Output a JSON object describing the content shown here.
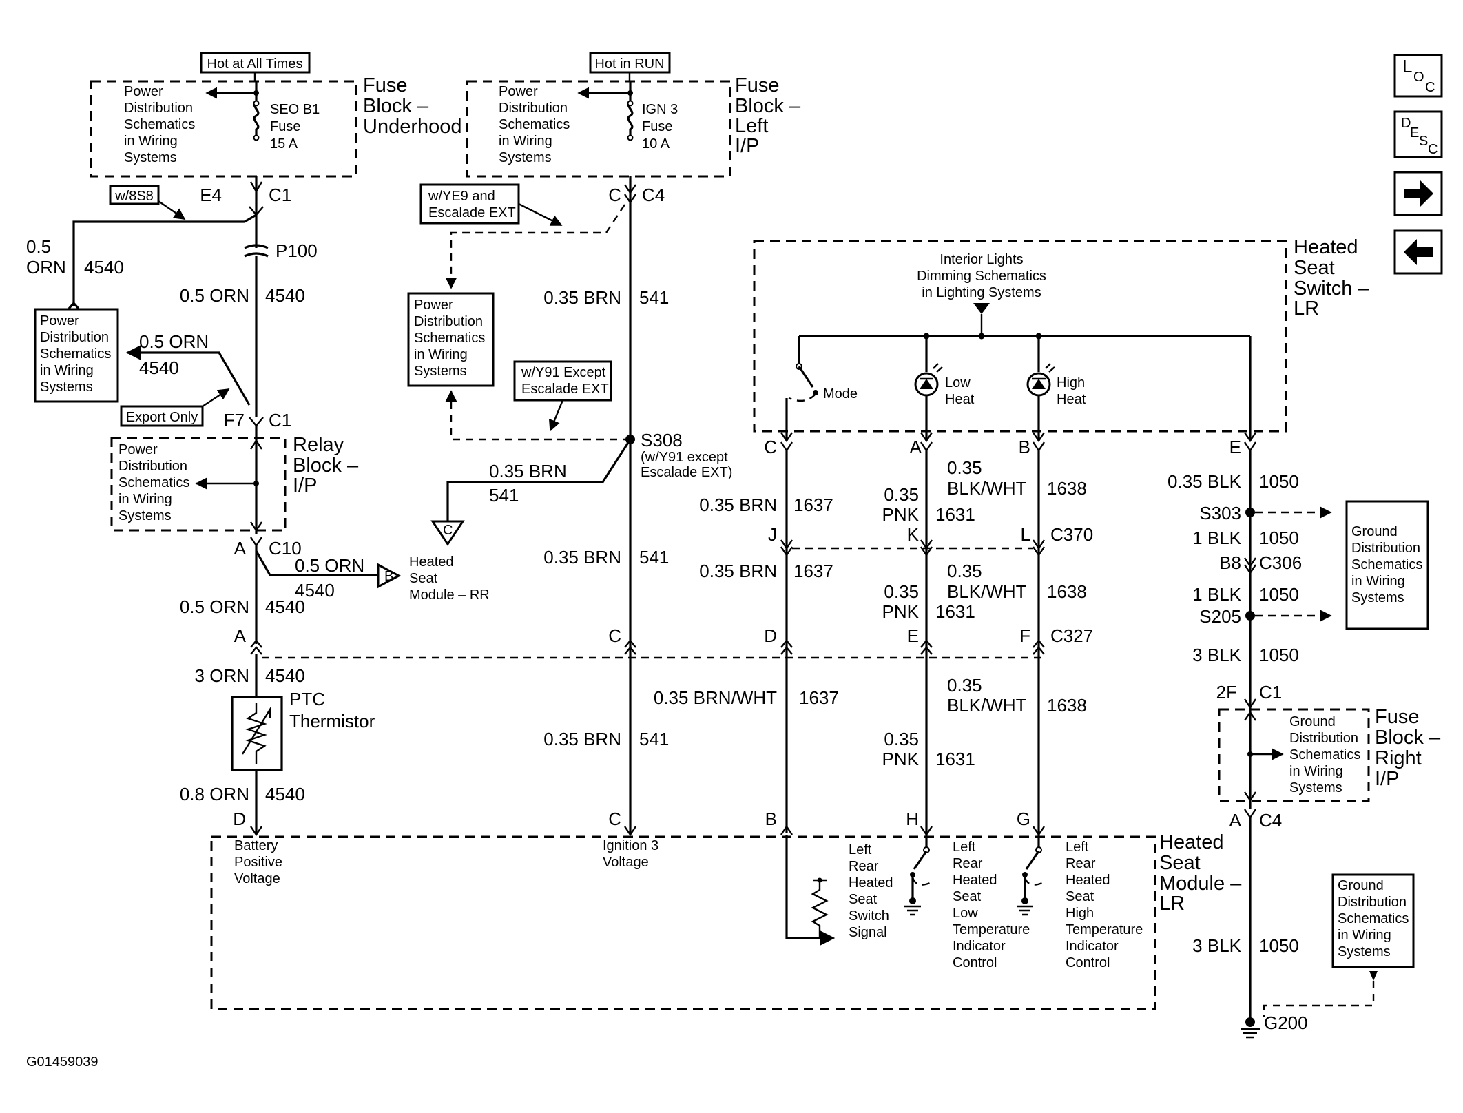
{
  "nav": {
    "loc_l": "L",
    "loc_o": "O",
    "loc_c": "C",
    "desc_d": "D",
    "desc_e": "E",
    "desc_s": "S",
    "desc_c": "C",
    "forward_label": "forward-arrow",
    "back_label": "back-arrow"
  },
  "tags": {
    "hot_all": "Hot at All Times",
    "hot_run": "Hot in RUN",
    "w8s8": "w/8S8",
    "wye9_1": "w/YE9 and",
    "wye9_2": "Escalade EXT",
    "wy91_1": "w/Y91 Except",
    "wy91_2": "Escalade EXT",
    "export": "Export Only"
  },
  "pds": {
    "l1": "Power",
    "l2": "Distribution",
    "l3": "Schematics",
    "l4": "in Wiring",
    "l5": "Systems"
  },
  "gds": {
    "l1": "Ground",
    "l2": "Distribution",
    "l3": "Schematics",
    "l4": "in Wiring",
    "l5": "Systems"
  },
  "fuse_underhood": {
    "name1": "Fuse",
    "name2": "Block –",
    "name3": "Underhood",
    "fuse1": "SEO B1",
    "fuse2": "Fuse",
    "fuse3": "15 A"
  },
  "fuse_left": {
    "name1": "Fuse",
    "name2": "Block –",
    "name3": "Left",
    "name4": "I/P",
    "fuse1": "IGN 3",
    "fuse2": "Fuse",
    "fuse3": "10 A"
  },
  "relay_block": {
    "name1": "Relay",
    "name2": "Block –",
    "name3": "I/P"
  },
  "switch_block": {
    "name1": "Heated",
    "name2": "Seat",
    "name3": "Switch –",
    "name4": "LR",
    "dim1": "Interior Lights",
    "dim2": "Dimming Schematics",
    "dim3": "in Lighting Systems",
    "mode": "Mode",
    "low1": "Low",
    "low2": "Heat",
    "high1": "High",
    "high2": "Heat"
  },
  "fuse_right": {
    "name1": "Fuse",
    "name2": "Block –",
    "name3": "Right",
    "name4": "I/P"
  },
  "module": {
    "name1": "Heated",
    "name2": "Seat",
    "name3": "Module –",
    "name4": "LR",
    "bat1": "Battery",
    "bat2": "Positive",
    "bat3": "Voltage",
    "ign1": "Ignition 3",
    "ign2": "Voltage",
    "sw1": "Left",
    "sw2": "Rear",
    "sw3": "Heated",
    "sw4": "Seat",
    "sw5": "Switch",
    "sw6": "Signal",
    "lo1": "Left",
    "lo2": "Rear",
    "lo3": "Heated",
    "lo4": "Seat",
    "lo5": "Low",
    "lo6": "Temperature",
    "lo7": "Indicator",
    "lo8": "Control",
    "hi1": "Left",
    "hi2": "Rear",
    "hi3": "Heated",
    "hi4": "Seat",
    "hi5": "High",
    "hi6": "Temperature",
    "hi7": "Indicator",
    "hi8": "Control"
  },
  "rr_module": {
    "l1": "Heated",
    "l2": "Seat",
    "l3": "Module – RR"
  },
  "ptc": {
    "l1": "PTC",
    "l2": "Thermistor"
  },
  "connectors": {
    "e4": "E4",
    "c1a": "C1",
    "p100": "P100",
    "f7": "F7",
    "c1b": "C1",
    "a_c10": "A",
    "c10": "C10",
    "c_c4": "C",
    "c4": "C4",
    "s308": "S308",
    "s308n1": "(w/Y91 except",
    "s308n2": "Escalade EXT)",
    "c_sw": "C",
    "a_sw": "A",
    "b_sw": "B",
    "e_sw": "E",
    "j": "J",
    "k": "K",
    "l": "L",
    "c370": "C370",
    "a_row": "A",
    "c_row": "C",
    "d_row": "D",
    "e_row": "E",
    "f_row": "F",
    "c327": "C327",
    "d_mod": "D",
    "c_mod": "C",
    "b_mod": "B",
    "h_mod": "H",
    "g_mod": "G",
    "s303": "S303",
    "b8": "B8",
    "c306": "C306",
    "s205": "S205",
    "f2": "2F",
    "c1c": "C1",
    "a_c4": "A",
    "c4b": "C4",
    "g200": "G200",
    "offc": "C",
    "offb": "B"
  },
  "wires": {
    "w05": "0.5",
    "orn": "ORN",
    "c4540": "4540",
    "o05orn": "0.5 ORN",
    "o3orn": "3 ORN",
    "o08orn": "0.8 ORN",
    "brn035": "0.35 BRN",
    "c541": "541",
    "brn_wht": "0.35 BRN/WHT",
    "c1637": "1637",
    "w035": "0.35",
    "pnk": "PNK",
    "c1631": "1631",
    "blkwht": "BLK/WHT",
    "c1638": "1638",
    "blk035": "0.35 BLK",
    "c1050": "1050",
    "blk1": "1 BLK",
    "blk3": "3 BLK"
  },
  "footer": {
    "id": "G01459039"
  }
}
